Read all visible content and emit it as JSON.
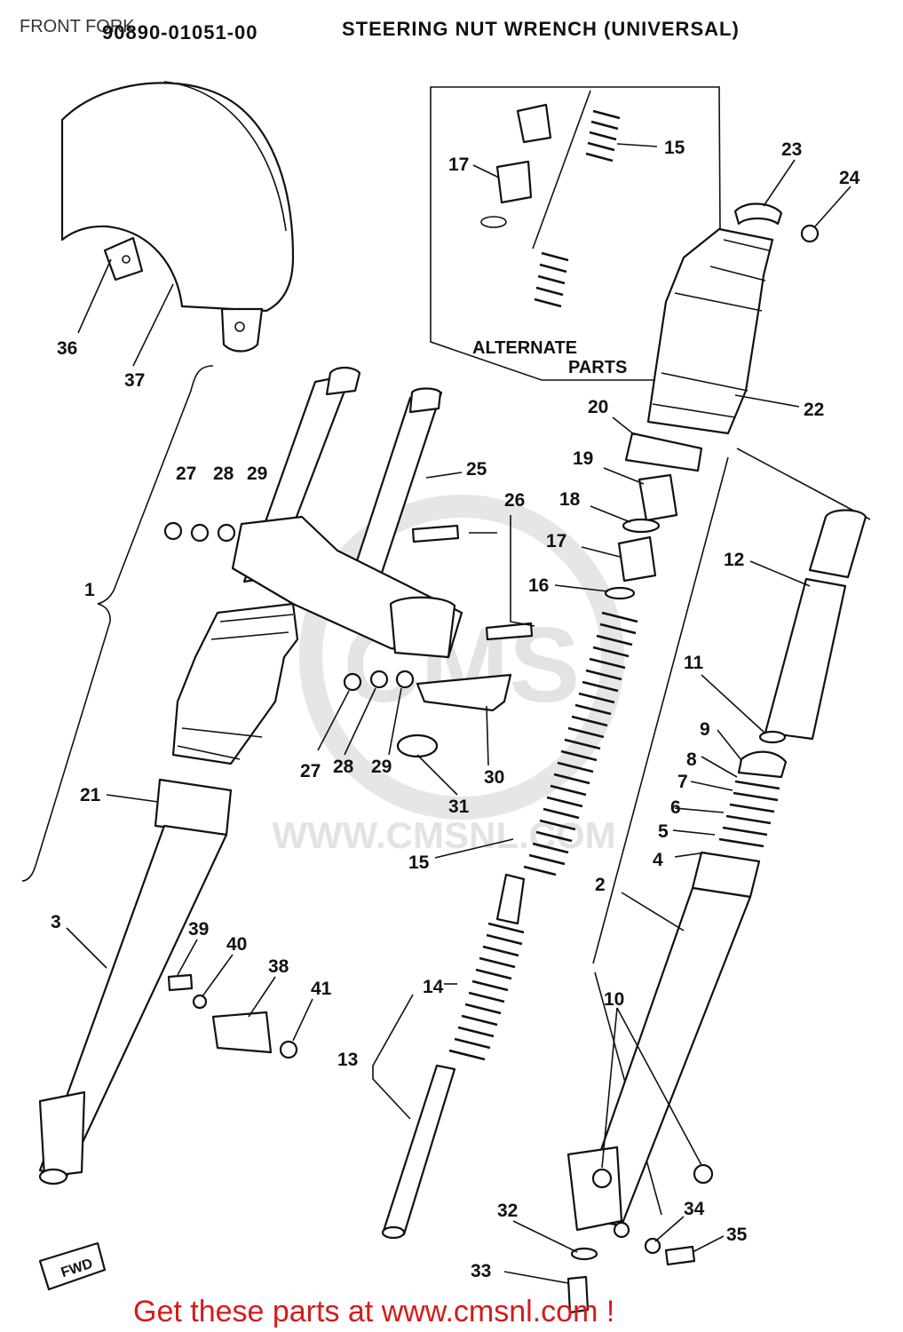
{
  "header": {
    "section_title": "FRONT FORK",
    "tool_number": "90890-01051-00",
    "tool_name": "STEERING NUT WRENCH (UNIVERSAL)"
  },
  "inset": {
    "caption_line1": "ALTERNATE",
    "caption_line2": "PARTS"
  },
  "watermark": {
    "logo_text": "CMS",
    "url_text": "WWW.CMSNL.COM"
  },
  "fwd_badge": "FWD",
  "footer": {
    "text": "Get these parts at www.cmsnl.com !",
    "color": "#d41b1b"
  },
  "callouts": [
    "36",
    "37",
    "17",
    "15",
    "23",
    "24",
    "22",
    "20",
    "19",
    "18",
    "17",
    "16",
    "27",
    "28",
    "29",
    "25",
    "26",
    "1",
    "12",
    "11",
    "9",
    "8",
    "7",
    "6",
    "5",
    "4",
    "27",
    "28",
    "29",
    "30",
    "31",
    "21",
    "15",
    "2",
    "3",
    "39",
    "40",
    "38",
    "41",
    "14",
    "13",
    "10",
    "32",
    "34",
    "35",
    "33"
  ]
}
